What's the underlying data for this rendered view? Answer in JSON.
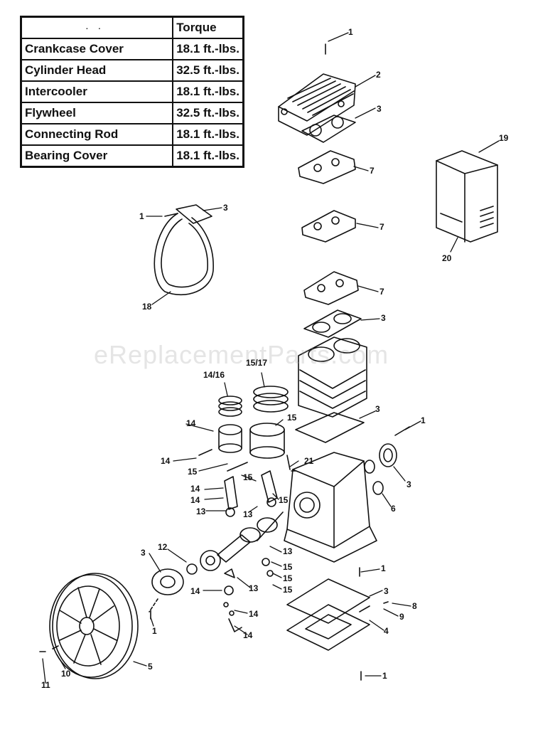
{
  "torque_table": {
    "header": [
      "",
      "Torque"
    ],
    "rows": [
      [
        "Crankcase Cover",
        "18.1 ft.-lbs."
      ],
      [
        "Cylinder Head",
        "32.5 ft.-lbs."
      ],
      [
        "Intercooler",
        "18.1 ft.-lbs."
      ],
      [
        "Flywheel",
        "32.5 ft.-lbs."
      ],
      [
        "Connecting Rod",
        "18.1 ft.-lbs."
      ],
      [
        "Bearing Cover",
        "18.1 ft.-lbs."
      ]
    ]
  },
  "watermark": "eReplacementParts.com",
  "callouts": [
    "1",
    "2",
    "3",
    "7",
    "19",
    "20",
    "18",
    "14/16",
    "15/17",
    "14",
    "15",
    "21",
    "13",
    "6",
    "12",
    "8",
    "9",
    "4",
    "5",
    "10",
    "11"
  ]
}
